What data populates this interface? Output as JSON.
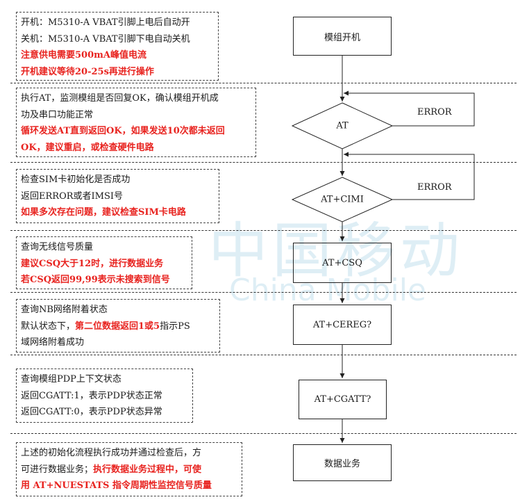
{
  "watermark": {
    "chinese": "中国移动",
    "english": "China Mobile",
    "color": "#c9e3f0"
  },
  "colors": {
    "highlight": "#e8231f",
    "line": "#222222"
  },
  "notes": {
    "power": {
      "line1": "开机：M5310-A VBAT引脚上电后自动开",
      "line2": "关机：M5310-A VBAT引脚下电自动关机",
      "line3": "注意供电需要500mA峰值电流",
      "line4": "开机建议等待20-25s再进行操作"
    },
    "at": {
      "line1": "执行AT，监测模组是否回复OK，确认模组开机成",
      "line2": "功及串口功能正常",
      "line3": "循环发送AT直到返回OK，如果发送10次都未返回",
      "line4": "OK，建议重启，或检查硬件电路"
    },
    "sim": {
      "line1": "检查SIM卡初始化是否成功",
      "line2": "返回ERROR或者IMSI号",
      "line3": "如果多次存在问题，建议检查SIM卡电路"
    },
    "csq": {
      "line1": "查询无线信号质量",
      "line2": "建议CSQ大于12时，进行数据业务",
      "line3": "若CSQ返回99,99表示未搜索到信号"
    },
    "cereg": {
      "line1": "查询NB网络附着状态",
      "line2a": "默认状态下，",
      "line2b": "第二位数据返回1或5",
      "line2c": "指示PS",
      "line3": "域网络附着成功"
    },
    "cgatt": {
      "line1": "查询模组PDP上下文状态",
      "line2": "返回CGATT:1，表示PDP状态正常",
      "line3": "返回CGATT:0，表示PDP状态异常"
    },
    "data": {
      "line1": "上述的初始化流程执行成功并通过检查后，方",
      "line2a": "可进行数据业务；",
      "line2b": "执行数据业务过程中，可使",
      "line3": "用 AT+NUESTATS 指令周期性监控信号质量"
    }
  },
  "flow": {
    "power_on": "模组开机",
    "at": "AT",
    "cimi": "AT+CIMI",
    "csq": "AT+CSQ",
    "cereg": "AT+CEREG?",
    "cgatt": "AT+CGATT?",
    "data_service": "数据业务",
    "error_1": "ERROR",
    "error_2": "ERROR"
  }
}
